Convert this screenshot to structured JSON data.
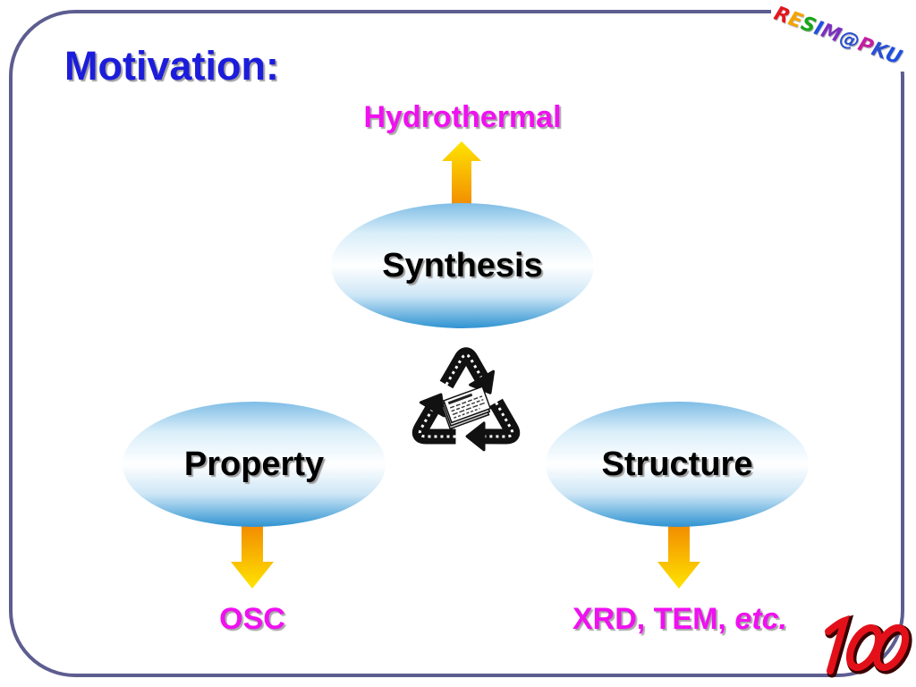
{
  "slide": {
    "title": "Motivation:",
    "colors": {
      "title": "#1c1cdc",
      "annotation": "#f010f0",
      "frame": "#5d5d90",
      "node_edge": "#2f93d2",
      "arrow_orange": "#f28a00",
      "arrow_yellow": "#ffe400",
      "logo_red": "#e3101a"
    }
  },
  "diagram": {
    "center_icon": "recycle-icon",
    "nodes": {
      "synthesis": {
        "label": "Synthesis"
      },
      "property": {
        "label": "Property"
      },
      "structure": {
        "label": "Structure"
      }
    },
    "annotations": {
      "synthesis": {
        "text": "Hydrothermal",
        "arrow_icon": "up-arrow-icon"
      },
      "property": {
        "text": "OSC",
        "arrow_icon": "down-arrow-icon"
      },
      "structure": {
        "text": "XRD, TEM,",
        "italic": "etc.",
        "arrow_icon": "down-arrow-icon"
      }
    }
  },
  "branding": {
    "logo_text": "RESIM@PKU",
    "logo_colors": [
      "#e3161d",
      "#f5a300",
      "#1aa61a",
      "#1e4fe0",
      "#7b2fbf",
      "#2a4fd0",
      "#c21fa0",
      "#2a4fd0",
      "#1e4fe0"
    ],
    "corner_logo": "pku-100-logo"
  }
}
